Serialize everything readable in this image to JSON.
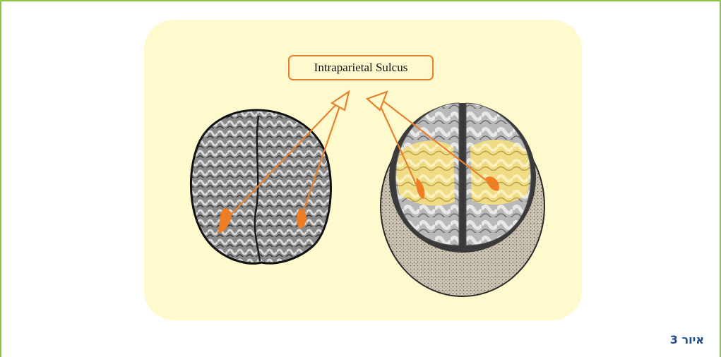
{
  "figure": {
    "label_text": "Intraparietal Sulcus",
    "caption": "איור 3"
  },
  "colors": {
    "frame_border": "#8cc63f",
    "panel_background": "#fffacd",
    "accent_orange": "#e8812c",
    "highlight_region": "#f7e59a",
    "caption_blue": "#1f4e8c"
  },
  "images": {
    "left": "axial-mri-slice",
    "right": "3d-brain-surface-render"
  }
}
